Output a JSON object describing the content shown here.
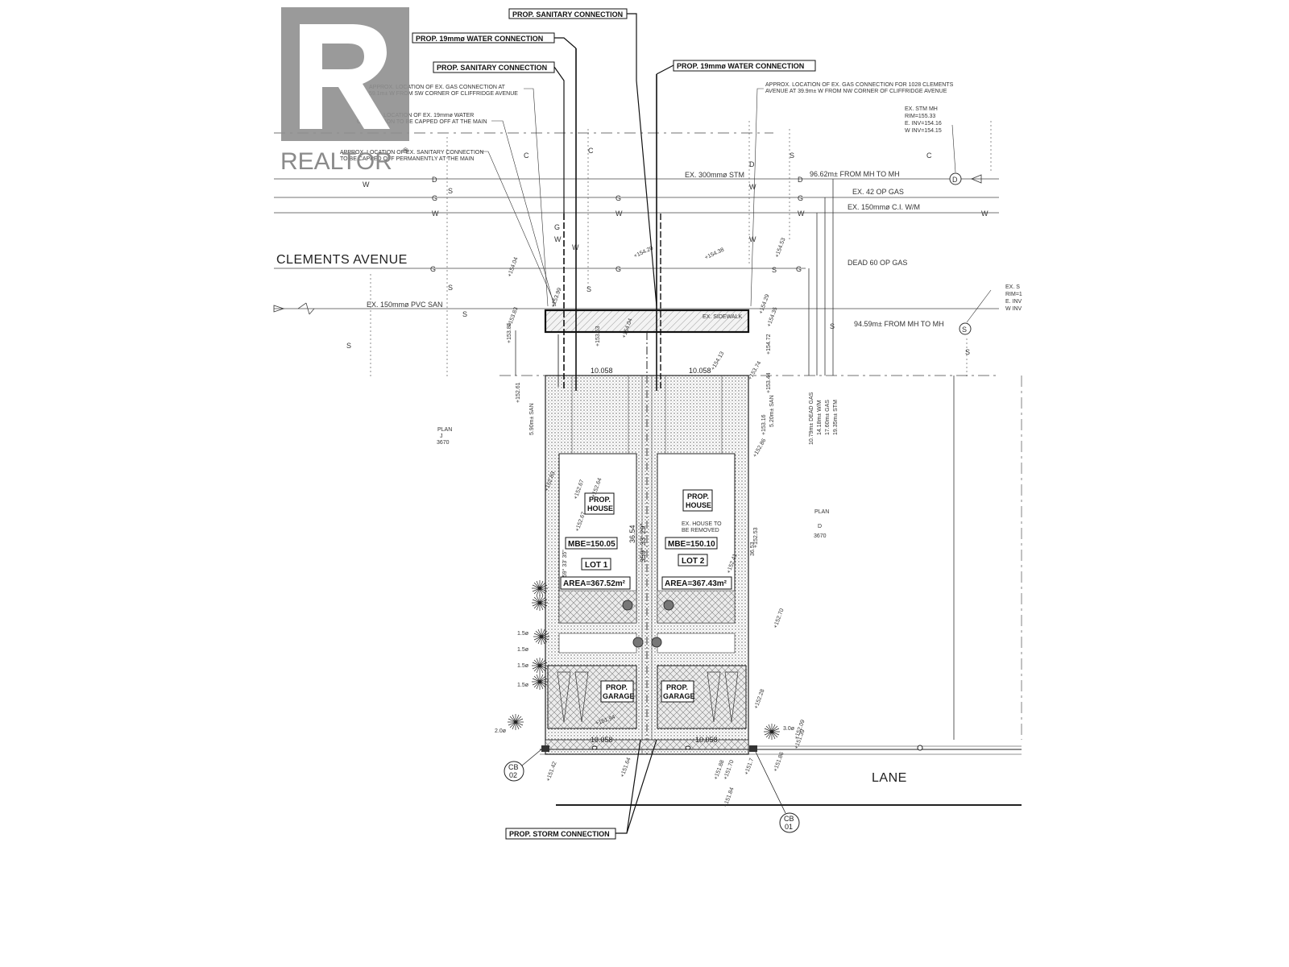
{
  "watermark": {
    "text": "REALTOR",
    "mark": "®",
    "logo_icon": "realtor-r-logo"
  },
  "streets": {
    "top": "CLEMENTS AVENUE",
    "bottom": "LANE"
  },
  "callouts": {
    "san_top": "PROP. SANITARY CONNECTION",
    "water_left": "PROP. 19mmø WATER CONNECTION",
    "san_left": "PROP. SANITARY CONNECTION",
    "water_right": "PROP. 19mmø WATER CONNECTION",
    "storm": "PROP. STORM CONNECTION"
  },
  "notes": {
    "gas_left": [
      "APPROX. LOCATION OF EX. GAS CONNECTION AT",
      "59.1m± W FROM SW CORNER OF CLIFFRIDGE AVENUE"
    ],
    "water_cap": [
      "APPROX. LOCATION OF EX. 19mmø WATER",
      "CONNECTION TO BE CAPPED OFF AT THE MAIN"
    ],
    "san_cap": [
      "APPROX. LOCATION OF EX. SANITARY CONNECTION",
      "TO BE CAPPED OFF PERMANENTLY AT THE MAIN"
    ],
    "gas_right": [
      "APPROX. LOCATION OF EX. GAS CONNECTION FOR 1028 CLEMENTS",
      "AVENUE AT 39.9m± W FROM NW CORNER OF CLIFFRIDGE AVENUE"
    ],
    "stm_mh": [
      "EX. STM MH",
      "RIM=155.33",
      "E. INV=154.16",
      "W INV=154.15"
    ],
    "san_mh": [
      "EX. S",
      "RIM=1",
      "E. INV",
      "W INV"
    ]
  },
  "utility_labels": {
    "stm": "EX. 300mmø STM",
    "stm_dist": "96.62m± FROM MH TO MH",
    "gas": "EX. 42 OP GAS",
    "wm": "EX. 150mmø C.I. W/M",
    "dead_gas": "DEAD 60 OP GAS",
    "san": "EX. 150mmø PVC SAN",
    "san_dist": "94.59m± FROM MH TO MH",
    "sidewalk": "EX. SIDEWALK"
  },
  "line_codes": {
    "storm": "D",
    "gas": "G",
    "water": "W",
    "sanitary": "S",
    "catchbasin": "C"
  },
  "offsets": [
    "10.79m± DEAD GAS",
    "14.18m± W/M",
    "17.60m± GAS",
    "19.35m± STM"
  ],
  "offset_san_left": "5.90m± SAN",
  "offset_san_right": "5.20m± SAN",
  "plans": {
    "left": [
      "PLAN",
      "J",
      "3670"
    ],
    "right": [
      "PLAN",
      "D",
      "3670"
    ]
  },
  "lots": [
    {
      "house": [
        "PROP.",
        "HOUSE"
      ],
      "mbe": "MBE=150.05",
      "lot": "LOT 1",
      "area": "AREA=367.52m²",
      "garage": [
        "PROP.",
        "GARAGE"
      ]
    },
    {
      "house": [
        "PROP.",
        "HOUSE"
      ],
      "mbe": "MBE=150.10",
      "lot": "LOT 2",
      "area": "AREA=367.43m²",
      "garage": [
        "PROP.",
        "GARAGE"
      ],
      "note": [
        "EX. HOUSE TO",
        "BE REMOVED"
      ]
    }
  ],
  "dimensions": {
    "frontage_left": "10.058",
    "frontage_right": "10.058",
    "rear_left": "10.058",
    "rear_right": "10.058",
    "depth": "36.54",
    "depth_right": "36.53",
    "bearing": "359° 33' 29\"",
    "bearing_left": "359° 33' 35\""
  },
  "catch_basins": [
    {
      "line1": "CB",
      "line2": "02"
    },
    {
      "line1": "CB",
      "line2": "01"
    }
  ],
  "tree_sizes": [
    "1.5ø",
    "1.5ø",
    "1.5ø",
    "1.5ø",
    "2.0ø",
    "3.0ø"
  ],
  "elevations": {
    "street": [
      "+154.04",
      "+154.20",
      "+154.38",
      "+154.53"
    ],
    "front": [
      "+153.83",
      "+153.99",
      "+153.85",
      "+153.53",
      "+154.04",
      "+154.29",
      "+154.35",
      "+154.72",
      "+153.74",
      "+153.44",
      "+154.13"
    ],
    "side": [
      "+152.61",
      "+153.16",
      "+152.86",
      "+152.83",
      "+152.70",
      "+152.28",
      "+152.67",
      "+152.64",
      "+152.67",
      "+152.41",
      "+152.53",
      "+151.94"
    ],
    "rear": [
      "+151.42",
      "+151.64",
      "+151.88",
      "+151.70",
      "+151.7",
      "+151.86",
      "+152.09",
      "+151.39",
      "+151.84"
    ]
  }
}
